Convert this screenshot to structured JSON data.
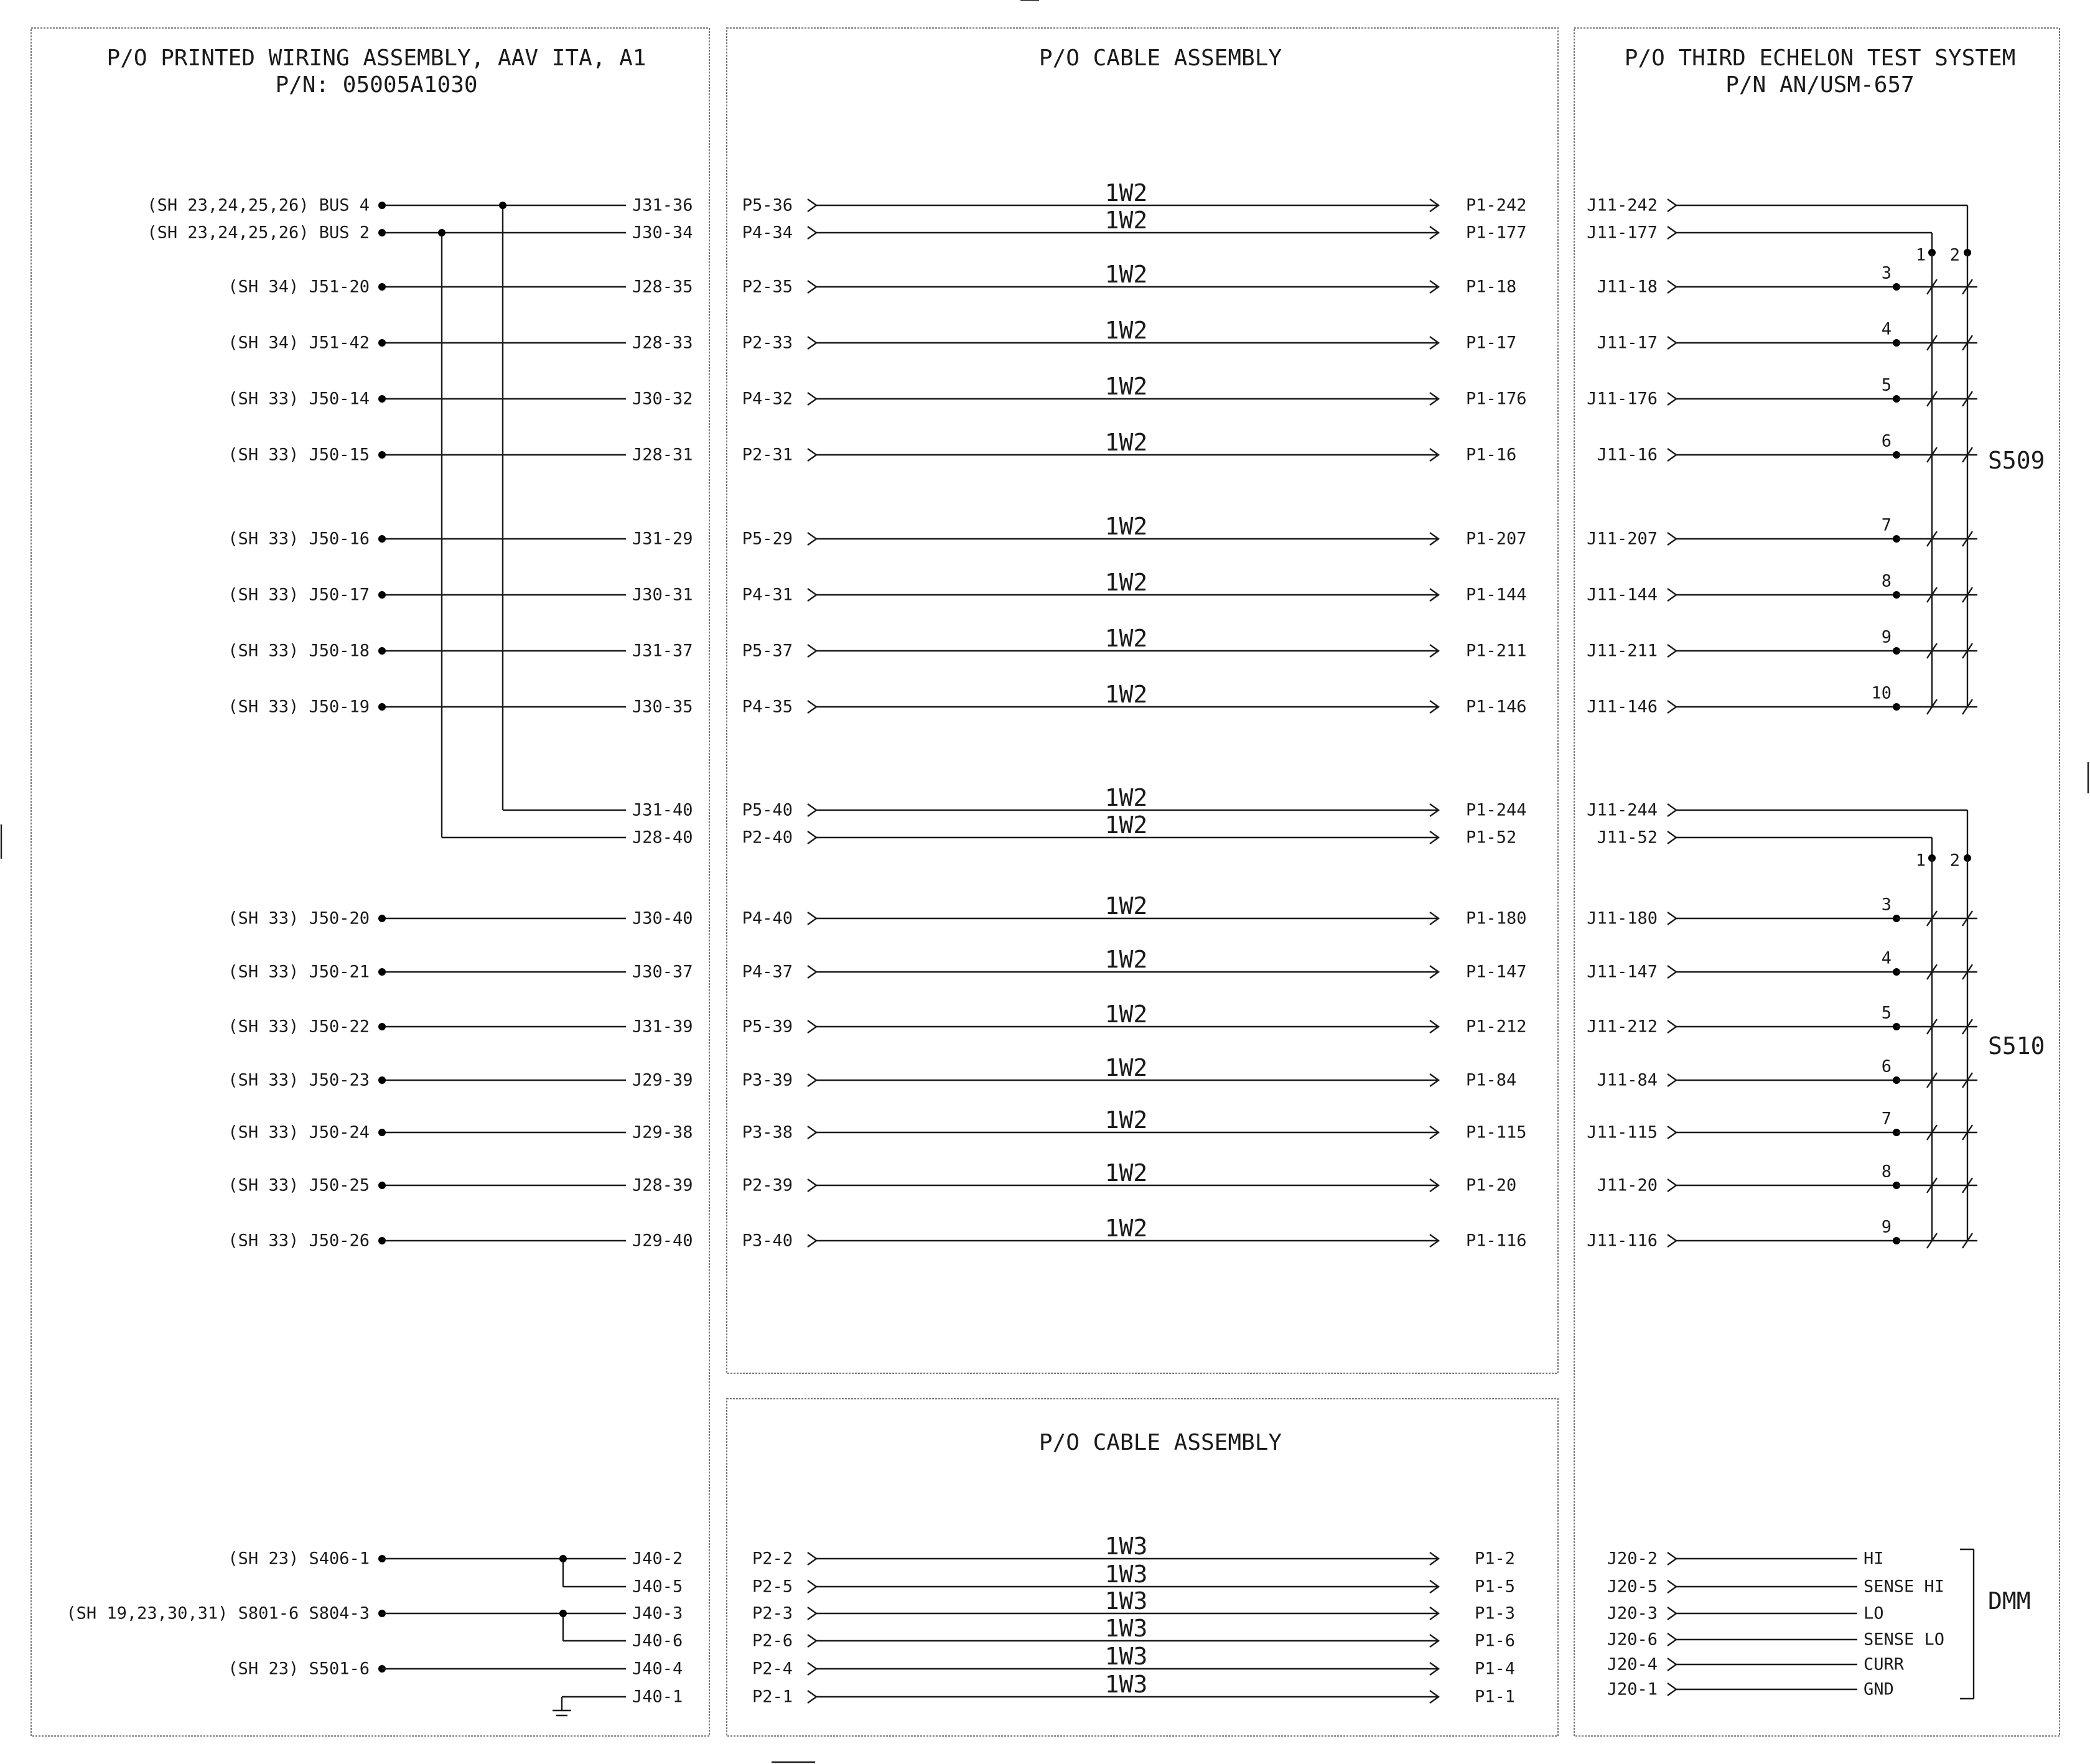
{
  "colors": {
    "ink": "#1a1a1a",
    "background": "#ffffff"
  },
  "panel_pwa": {
    "title_line1": "P/O PRINTED WIRING ASSEMBLY, AAV ITA, A1",
    "title_line2": "P/N: 05005A1030",
    "rows": [
      {
        "src": "(SH 23,24,25,26) BUS 4",
        "dst": "J31-36"
      },
      {
        "src": "(SH 23,24,25,26) BUS 2",
        "dst": "J30-34"
      },
      {
        "src": "(SH 34) J51-20",
        "dst": "J28-35"
      },
      {
        "src": "(SH 34) J51-42",
        "dst": "J28-33"
      },
      {
        "src": "(SH 33) J50-14",
        "dst": "J30-32"
      },
      {
        "src": "(SH 33) J50-15",
        "dst": "J28-31"
      },
      {
        "src": "(SH 33) J50-16",
        "dst": "J31-29"
      },
      {
        "src": "(SH 33) J50-17",
        "dst": "J30-31"
      },
      {
        "src": "(SH 33) J50-18",
        "dst": "J31-37"
      },
      {
        "src": "(SH 33) J50-19",
        "dst": "J30-35"
      },
      {
        "src": "",
        "dst": "J31-40"
      },
      {
        "src": "",
        "dst": "J28-40"
      },
      {
        "src": "(SH 33) J50-20",
        "dst": "J30-40"
      },
      {
        "src": "(SH 33) J50-21",
        "dst": "J30-37"
      },
      {
        "src": "(SH 33) J50-22",
        "dst": "J31-39"
      },
      {
        "src": "(SH 33) J50-23",
        "dst": "J29-39"
      },
      {
        "src": "(SH 33) J50-24",
        "dst": "J29-38"
      },
      {
        "src": "(SH 33) J50-25",
        "dst": "J28-39"
      },
      {
        "src": "(SH 33) J50-26",
        "dst": "J29-40"
      }
    ],
    "bottom_rows": [
      {
        "src": "(SH 23) S406-1",
        "dst": "J40-2"
      },
      {
        "src": "",
        "dst": "J40-5"
      },
      {
        "src": "(SH 19,23,30,31) S801-6 S804-3",
        "dst": "J40-3"
      },
      {
        "src": "",
        "dst": "J40-6"
      },
      {
        "src": "(SH 23) S501-6",
        "dst": "J40-4"
      },
      {
        "src": "",
        "dst": "J40-1"
      }
    ]
  },
  "panel_cable": {
    "title": "P/O CABLE ASSEMBLY",
    "rows": [
      {
        "src": "P5-36",
        "label": "1W2",
        "dst": "P1-242"
      },
      {
        "src": "P4-34",
        "label": "1W2",
        "dst": "P1-177"
      },
      {
        "src": "P2-35",
        "label": "1W2",
        "dst": "P1-18"
      },
      {
        "src": "P2-33",
        "label": "1W2",
        "dst": "P1-17"
      },
      {
        "src": "P4-32",
        "label": "1W2",
        "dst": "P1-176"
      },
      {
        "src": "P2-31",
        "label": "1W2",
        "dst": "P1-16"
      },
      {
        "src": "P5-29",
        "label": "1W2",
        "dst": "P1-207"
      },
      {
        "src": "P4-31",
        "label": "1W2",
        "dst": "P1-144"
      },
      {
        "src": "P5-37",
        "label": "1W2",
        "dst": "P1-211"
      },
      {
        "src": "P4-35",
        "label": "1W2",
        "dst": "P1-146"
      },
      {
        "src": "P5-40",
        "label": "1W2",
        "dst": "P1-244"
      },
      {
        "src": "P2-40",
        "label": "1W2",
        "dst": "P1-52"
      },
      {
        "src": "P4-40",
        "label": "1W2",
        "dst": "P1-180"
      },
      {
        "src": "P4-37",
        "label": "1W2",
        "dst": "P1-147"
      },
      {
        "src": "P5-39",
        "label": "1W2",
        "dst": "P1-212"
      },
      {
        "src": "P3-39",
        "label": "1W2",
        "dst": "P1-84"
      },
      {
        "src": "P3-38",
        "label": "1W2",
        "dst": "P1-115"
      },
      {
        "src": "P2-39",
        "label": "1W2",
        "dst": "P1-20"
      },
      {
        "src": "P3-40",
        "label": "1W2",
        "dst": "P1-116"
      }
    ]
  },
  "panel_cable2": {
    "title": "P/O CABLE ASSEMBLY",
    "rows": [
      {
        "src": "P2-2",
        "label": "1W3",
        "dst": "P1-2"
      },
      {
        "src": "P2-5",
        "label": "1W3",
        "dst": "P1-5"
      },
      {
        "src": "P2-3",
        "label": "1W3",
        "dst": "P1-3"
      },
      {
        "src": "P2-6",
        "label": "1W3",
        "dst": "P1-6"
      },
      {
        "src": "P2-4",
        "label": "1W3",
        "dst": "P1-4"
      },
      {
        "src": "P2-1",
        "label": "1W3",
        "dst": "P1-1"
      }
    ]
  },
  "panel_test": {
    "title_line1": "P/O THIRD ECHELON TEST SYSTEM",
    "title_line2": "P/N AN/USM-657",
    "switch1": {
      "name": "S509",
      "common_ports": [
        "J11-242",
        "J11-177"
      ],
      "common_pins": [
        "1",
        "2"
      ],
      "positions": [
        {
          "port": "J11-18",
          "pin": "3"
        },
        {
          "port": "J11-17",
          "pin": "4"
        },
        {
          "port": "J11-176",
          "pin": "5"
        },
        {
          "port": "J11-16",
          "pin": "6"
        },
        {
          "port": "J11-207",
          "pin": "7"
        },
        {
          "port": "J11-144",
          "pin": "8"
        },
        {
          "port": "J11-211",
          "pin": "9"
        },
        {
          "port": "J11-146",
          "pin": "10"
        }
      ]
    },
    "switch2": {
      "name": "S510",
      "common_ports": [
        "J11-244",
        "J11-52"
      ],
      "common_pins": [
        "1",
        "2"
      ],
      "positions": [
        {
          "port": "J11-180",
          "pin": "3"
        },
        {
          "port": "J11-147",
          "pin": "4"
        },
        {
          "port": "J11-212",
          "pin": "5"
        },
        {
          "port": "J11-84",
          "pin": "6"
        },
        {
          "port": "J11-115",
          "pin": "7"
        },
        {
          "port": "J11-20",
          "pin": "8"
        },
        {
          "port": "J11-116",
          "pin": "9"
        }
      ]
    },
    "dmm": {
      "name": "DMM",
      "rows": [
        {
          "port": "J20-2",
          "signal": "HI"
        },
        {
          "port": "J20-5",
          "signal": "SENSE HI"
        },
        {
          "port": "J20-3",
          "signal": "LO"
        },
        {
          "port": "J20-6",
          "signal": "SENSE LO"
        },
        {
          "port": "J20-4",
          "signal": "CURR"
        },
        {
          "port": "J20-1",
          "signal": "GND"
        }
      ]
    }
  }
}
